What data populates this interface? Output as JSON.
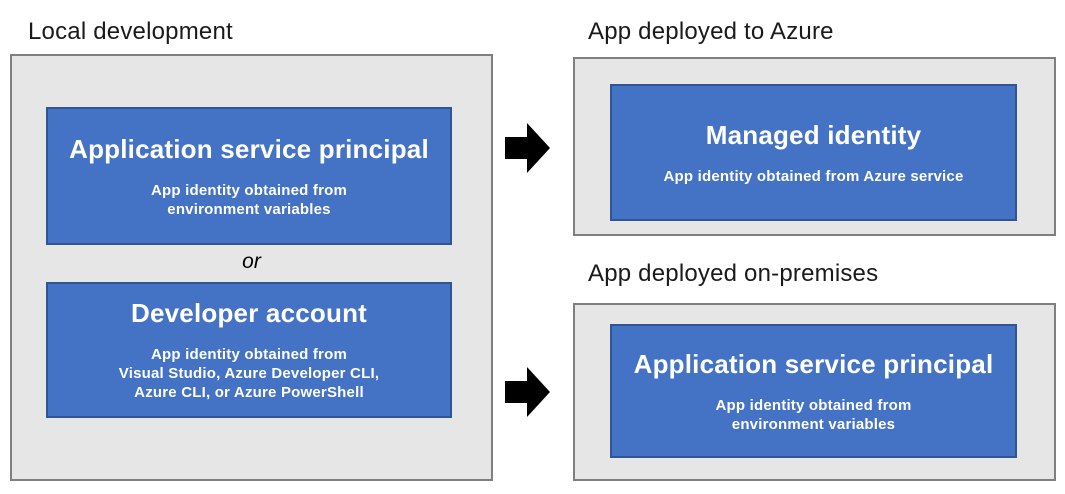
{
  "colors": {
    "box_fill": "#4472c4",
    "box_border": "#2f5596",
    "container_fill": "#e6e6e6",
    "container_border": "#7f7f7f",
    "heading_text": "#1a1a1a",
    "box_text": "#ffffff",
    "arrow": "#000000"
  },
  "local": {
    "heading": "Local development",
    "boxes": [
      {
        "title": "Application service principal",
        "subtitle_lines": [
          "App identity obtained from",
          "environment variables"
        ]
      },
      {
        "title": "Developer account",
        "subtitle_lines": [
          "App identity obtained from",
          "Visual Studio, Azure Developer CLI,",
          "Azure CLI, or Azure PowerShell"
        ]
      }
    ],
    "connector_label": "or"
  },
  "deployed_azure": {
    "heading": "App deployed to Azure",
    "box": {
      "title": "Managed identity",
      "subtitle_lines": [
        "App identity obtained from Azure service"
      ]
    }
  },
  "deployed_onprem": {
    "heading": "App deployed on-premises",
    "box": {
      "title": "Application service principal",
      "subtitle_lines": [
        "App identity obtained from",
        "environment variables"
      ]
    }
  },
  "arrows": {
    "top": "right-arrow",
    "bottom": "right-arrow"
  }
}
